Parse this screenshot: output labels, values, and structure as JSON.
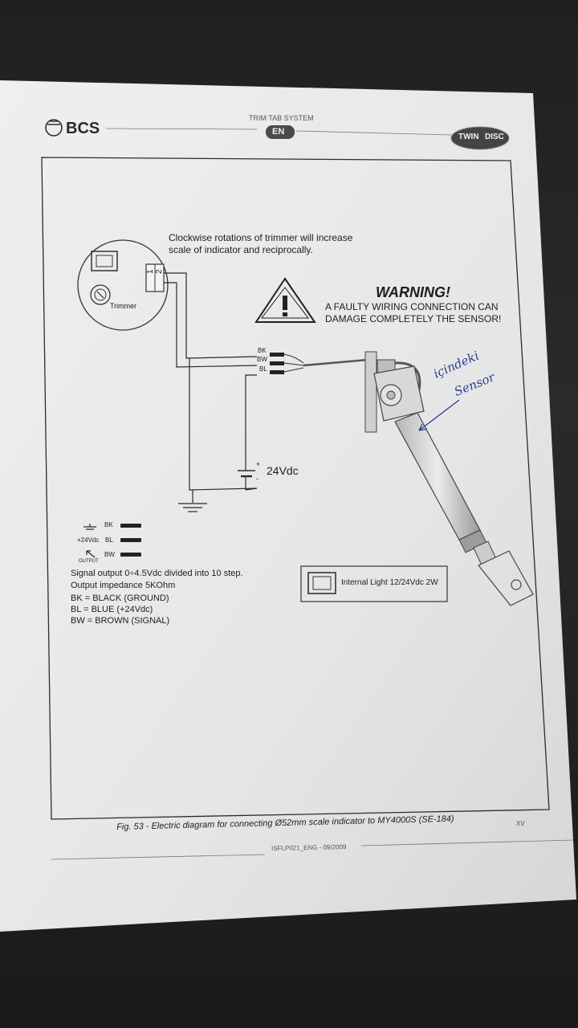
{
  "header": {
    "brand_left": "BCS",
    "system_title": "TRIM TAB SYSTEM",
    "language_badge": "EN",
    "brand_right_a": "TWIN",
    "brand_right_b": "DISC"
  },
  "diagram": {
    "trimmer_note_line1": "Clockwise rotations of trimmer will increase",
    "trimmer_note_line2": "scale of indicator and reciprocally.",
    "terminal_1": "1",
    "terminal_2": "2",
    "trimmer_label": "Trimmer",
    "warning_title": "WARNING!",
    "warning_line1": "A FAULTY WIRING CONNECTION CAN",
    "warning_line2": "DAMAGE COMPLETELY THE SENSOR!",
    "wire_bk": "BK",
    "wire_bw": "BW",
    "wire_bl": "BL",
    "battery_plus": "+",
    "battery_minus": "-",
    "battery_label": "24Vdc",
    "handwritten_line1": "içindeki",
    "handwritten_line2": "Sensor",
    "legend_bk": "BK",
    "legend_bl_prefix": "+24Vdc",
    "legend_bl": "BL",
    "legend_bw": "BW",
    "legend_output": "OUTPUT",
    "signal_line1": "Signal output 0÷4.5Vdc divided into 10 step.",
    "signal_line2": "Output impedance 5KOhm",
    "color_bk": "BK = BLACK (GROUND)",
    "color_bl": "BL = BLUE (+24Vdc)",
    "color_bw": "BW = BROWN (SIGNAL)",
    "internal_light": "Internal Light 12/24Vdc 2W"
  },
  "footer": {
    "caption": "Fig. 53 - Electric diagram for connecting Ø52mm scale indicator to MY4000S (SE-184)",
    "page_number": "XV",
    "doc_code": "ISFLP021_ENG - 09/2009"
  },
  "colors": {
    "paper": "#ededed",
    "ink": "#1e1e1e",
    "pen": "#2a3f8f",
    "background": "#1c1c1c"
  }
}
